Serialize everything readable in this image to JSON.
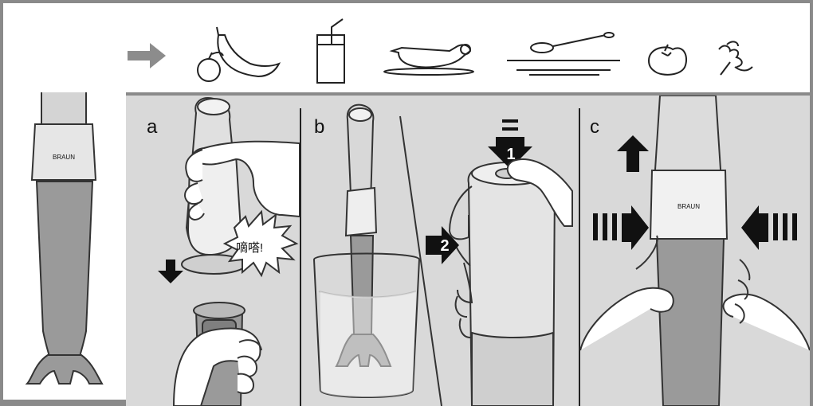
{
  "panels": [
    {
      "label": "a",
      "sound_text": "嘀嗒!"
    },
    {
      "label": "b",
      "step1": "1",
      "step2": "2"
    },
    {
      "label": "c"
    }
  ],
  "blender_brand": "BRAUN",
  "colors": {
    "frame": "#8a8a8a",
    "panel_bg": "#d9d9d9",
    "arrow_gray": "#8c8c8c"
  },
  "icons": [
    "arrow-right-icon",
    "banana-apple-icon",
    "glass-with-straw-icon",
    "gravy-boat-icon",
    "plate-with-spoon-icon",
    "tomato-icon",
    "parsley-icon"
  ]
}
